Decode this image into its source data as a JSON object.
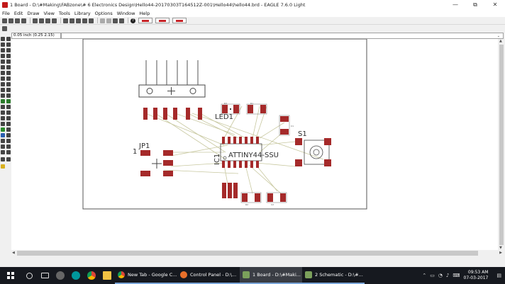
{
  "window": {
    "title": "1 Board - D:\\#Making\\FABzone\\# 6 Electronics Design\\Hello44-20170303T164512Z-001\\Hello44\\hello44.brd - EAGLE 7.6.0 Light",
    "minimize": "—",
    "maximize": "⧉",
    "close": "✕"
  },
  "menu": [
    "File",
    "Edit",
    "Draw",
    "View",
    "Tools",
    "Library",
    "Options",
    "Window",
    "Help"
  ],
  "coord_display": "0.05 inch (0.25 2.15)",
  "command_input": "",
  "board": {
    "labels": {
      "led": "LED1",
      "ic_part": "IC1",
      "ic_value": "ATTINY44-SSU",
      "switch": "S1",
      "jumper": "JP1",
      "pin_one": "1"
    },
    "small_labels": [
      "R1",
      "C1",
      "R2",
      "C2",
      "R3"
    ]
  },
  "taskbar": {
    "tasks": [
      {
        "label": "New Tab - Google C...",
        "color": "#e0e0e0"
      },
      {
        "label": "Control Panel - D:\\...",
        "color": "#e8702a"
      },
      {
        "label": "1 Board - D:\\#Maki...",
        "color": "#7ba05b"
      },
      {
        "label": "2 Schematic - D:\\#...",
        "color": "#7ba05b"
      }
    ],
    "time": "09:53 AM",
    "date": "07-03-2017"
  },
  "colors": {
    "pad": "#a52a2a",
    "pad_light": "#d06060",
    "airwire": "#c8c8a0",
    "outline": "#555555",
    "silk": "#303030",
    "taskbar": "#16191f"
  }
}
